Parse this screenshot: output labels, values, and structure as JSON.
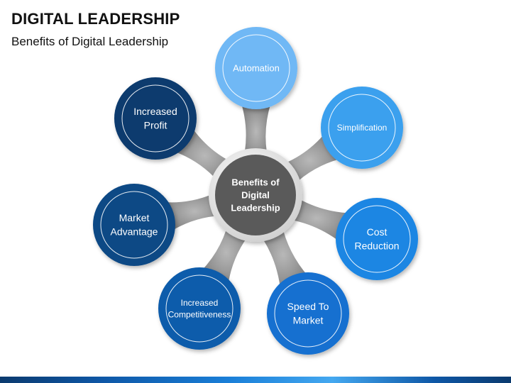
{
  "title": "DIGITAL LEADERSHIP",
  "subtitle": "Benefits of Digital Leadership",
  "center": {
    "lines": [
      "Benefits of",
      "Digital",
      "Leadership"
    ],
    "color": "#5a5a5a"
  },
  "nodes": [
    {
      "id": "automation",
      "lines": [
        "Automation"
      ],
      "color": "#6fb8f5"
    },
    {
      "id": "simplification",
      "lines": [
        "Simplification"
      ],
      "color": "#3ba0ee"
    },
    {
      "id": "cost-reduction",
      "lines": [
        "Cost",
        "Reduction"
      ],
      "color": "#1f86e3"
    },
    {
      "id": "speed-to-market",
      "lines": [
        "Speed To",
        "Market"
      ],
      "color": "#1270d0"
    },
    {
      "id": "increased-competitiveness",
      "lines": [
        "Increased",
        "Competitiveness"
      ],
      "color": "#0f5cab"
    },
    {
      "id": "market-advantage",
      "lines": [
        "Market",
        "Advantage"
      ],
      "color": "#0c4885"
    },
    {
      "id": "increased-profit",
      "lines": [
        "Increased",
        "Profit"
      ],
      "color": "#0a3a6e"
    }
  ],
  "colors": {
    "connector": "#8e8e8e",
    "ring": "#e6e6e6"
  }
}
